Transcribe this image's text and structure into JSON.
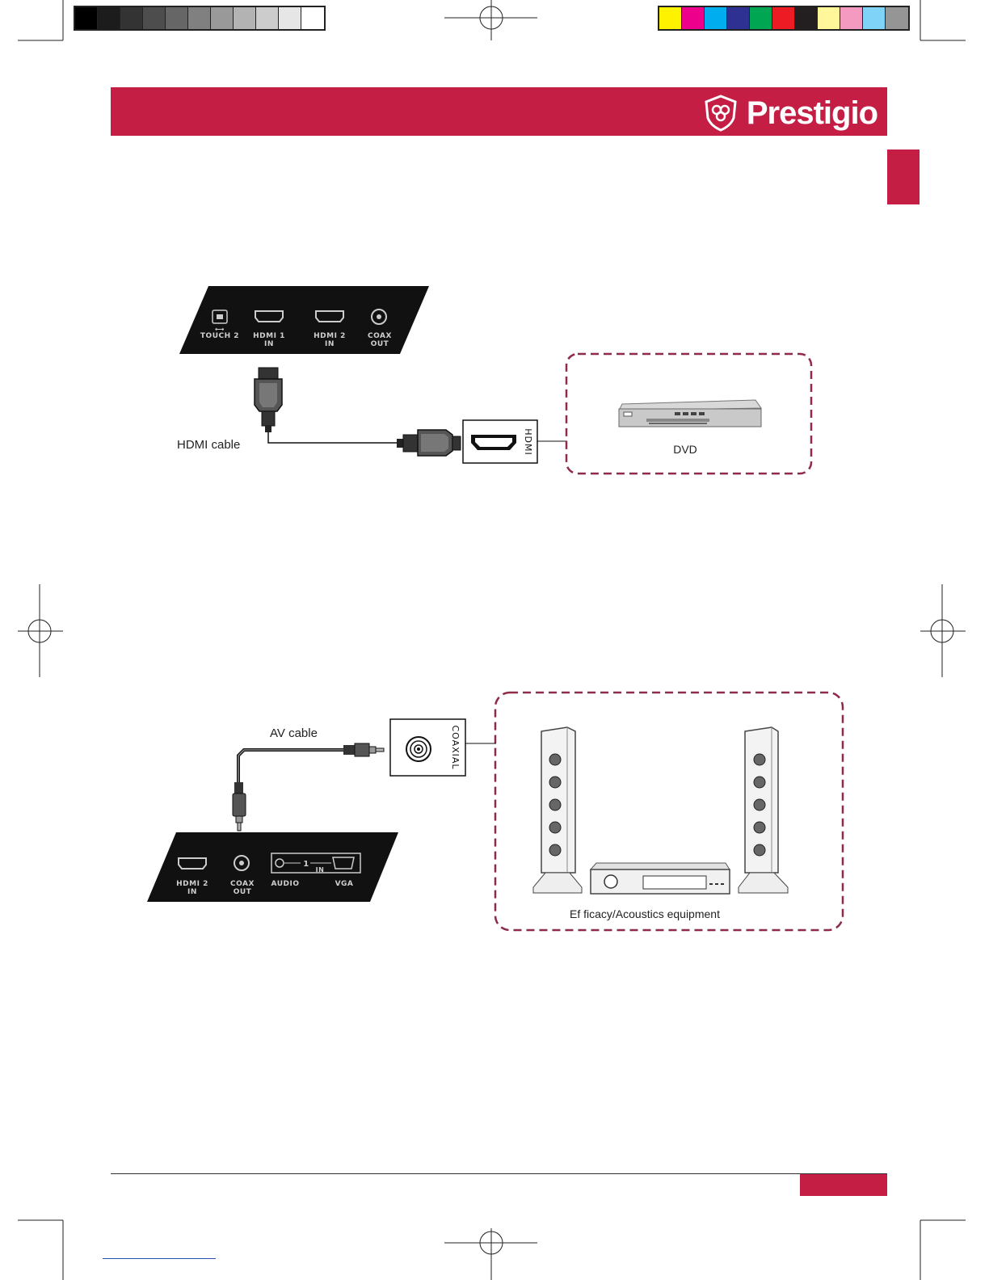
{
  "brand": {
    "name": "Prestigio"
  },
  "colors": {
    "brand_red": "#c41e45",
    "dashed_border": "#8e2b49",
    "panel_black": "#111111",
    "grayscale": [
      "#000000",
      "#1c1c1c",
      "#333333",
      "#4d4d4d",
      "#666666",
      "#808080",
      "#999999",
      "#b3b3b3",
      "#cccccc",
      "#e6e6e6",
      "#ffffff"
    ],
    "process": [
      "#fff200",
      "#ec008c",
      "#00aeef",
      "#2e3192",
      "#00a651",
      "#ed1c24",
      "#231f20",
      "#fff799",
      "#f49ac1",
      "#7fd3f7",
      "#959595"
    ]
  },
  "diagram1": {
    "ports": [
      {
        "name": "TOUCH 2",
        "line2": ""
      },
      {
        "name": "HDMI 1",
        "line2": "IN"
      },
      {
        "name": "HDMI 2",
        "line2": "IN"
      },
      {
        "name": "COAX",
        "line2": "OUT"
      }
    ],
    "cable_label": "HDMI cable",
    "socket_label": "HDMI",
    "device_label": "DVD"
  },
  "diagram2": {
    "ports": [
      {
        "name": "HDMI 2",
        "line2": "IN"
      },
      {
        "name": "COAX",
        "line2": "OUT"
      },
      {
        "name": "AUDIO",
        "line2": ""
      },
      {
        "name": "VGA",
        "line2": ""
      }
    ],
    "input_group_number": "1",
    "input_group_label": "IN",
    "cable_label": "AV cable",
    "socket_label": "COAXIAL",
    "device_label": "Ef ficacy/Acoustics equipment"
  }
}
